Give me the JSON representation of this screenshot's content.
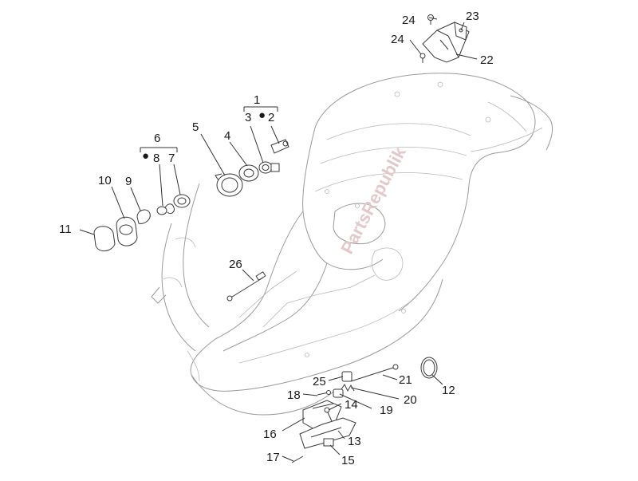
{
  "callouts": {
    "c1": "1",
    "c2": "2",
    "c3": "3",
    "c4": "4",
    "c5": "5",
    "c6": "6",
    "c7": "7",
    "c8": "8",
    "c9": "9",
    "c10": "10",
    "c11": "11",
    "c12": "12",
    "c13": "13",
    "c14": "14",
    "c15": "15",
    "c16": "16",
    "c17": "17",
    "c18": "18",
    "c19": "19",
    "c20": "20",
    "c21": "21",
    "c22": "22",
    "c23": "23",
    "c24a": "24",
    "c24b": "24",
    "c25": "25",
    "c26": "26"
  },
  "bullet_marks": {
    "b2": "●",
    "b8": "●"
  },
  "watermark": "PartsRepublik"
}
